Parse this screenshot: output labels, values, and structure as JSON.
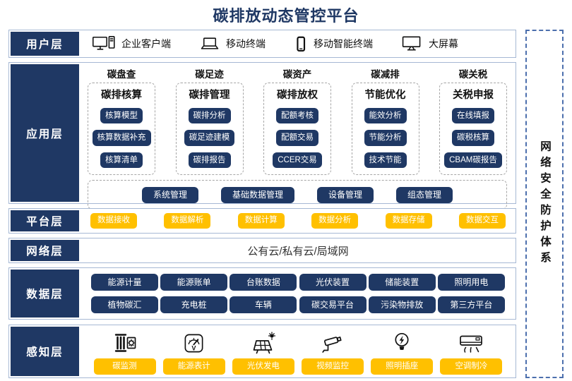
{
  "title": "碳排放动态管控平台",
  "security_panel": {
    "label": "网络安全防护体系"
  },
  "colors": {
    "navy": "#1F3864",
    "yellow": "#FFC000",
    "layer_border": "#A6B8D4",
    "dashed_gray": "#A6A6A6",
    "security_border": "#4C6FAD"
  },
  "layers": {
    "user": {
      "label": "用户层",
      "items": [
        {
          "icon": "desktop-pc-icon",
          "label": "企业客户端"
        },
        {
          "icon": "laptop-icon",
          "label": "移动终端"
        },
        {
          "icon": "smartphone-icon",
          "label": "移动智能终端"
        },
        {
          "icon": "big-screen-icon",
          "label": "大屏幕"
        }
      ]
    },
    "application": {
      "label": "应用层",
      "columns": [
        {
          "header": "碳盘查",
          "subtitle": "碳排核算",
          "items": [
            "核算模型",
            "核算数据补充",
            "核算清单"
          ]
        },
        {
          "header": "碳足迹",
          "subtitle": "碳排管理",
          "items": [
            "碳排分析",
            "碳足迹建模",
            "碳排报告"
          ]
        },
        {
          "header": "碳资产",
          "subtitle": "碳排放权",
          "items": [
            "配额考核",
            "配额交易",
            "CCER交易"
          ]
        },
        {
          "header": "碳减排",
          "subtitle": "节能优化",
          "items": [
            "能效分析",
            "节能分析",
            "技术节能"
          ]
        },
        {
          "header": "碳关税",
          "subtitle": "关税申报",
          "items": [
            "在线填报",
            "碳税核算",
            "CBAM碳报告"
          ]
        }
      ],
      "common_modules": [
        "系统管理",
        "基础数据管理",
        "设备管理",
        "组态管理"
      ]
    },
    "platform": {
      "label": "平台层",
      "items": [
        "数据接收",
        "数据解析",
        "数据计算",
        "数据分析",
        "数据存储",
        "数据交互"
      ]
    },
    "network": {
      "label": "网络层",
      "text": "公有云/私有云/局域网"
    },
    "data": {
      "label": "数据层",
      "rows": [
        [
          "能源计量",
          "能源账单",
          "台账数据",
          "光伏装置",
          "储能装置",
          "照明用电"
        ],
        [
          "植物碳汇",
          "充电桩",
          "车辆",
          "碳交易平台",
          "污染物排放",
          "第三方平台"
        ]
      ]
    },
    "perception": {
      "label": "感知层",
      "items": [
        {
          "icon": "carbon-monitor-icon",
          "label": "碳监测"
        },
        {
          "icon": "energy-meter-icon",
          "label": "能源表计"
        },
        {
          "icon": "solar-panel-icon",
          "label": "光伏发电"
        },
        {
          "icon": "cctv-camera-icon",
          "label": "视频监控"
        },
        {
          "icon": "lightbulb-icon",
          "label": "照明插座"
        },
        {
          "icon": "air-conditioner-icon",
          "label": "空调制冷"
        }
      ]
    }
  }
}
